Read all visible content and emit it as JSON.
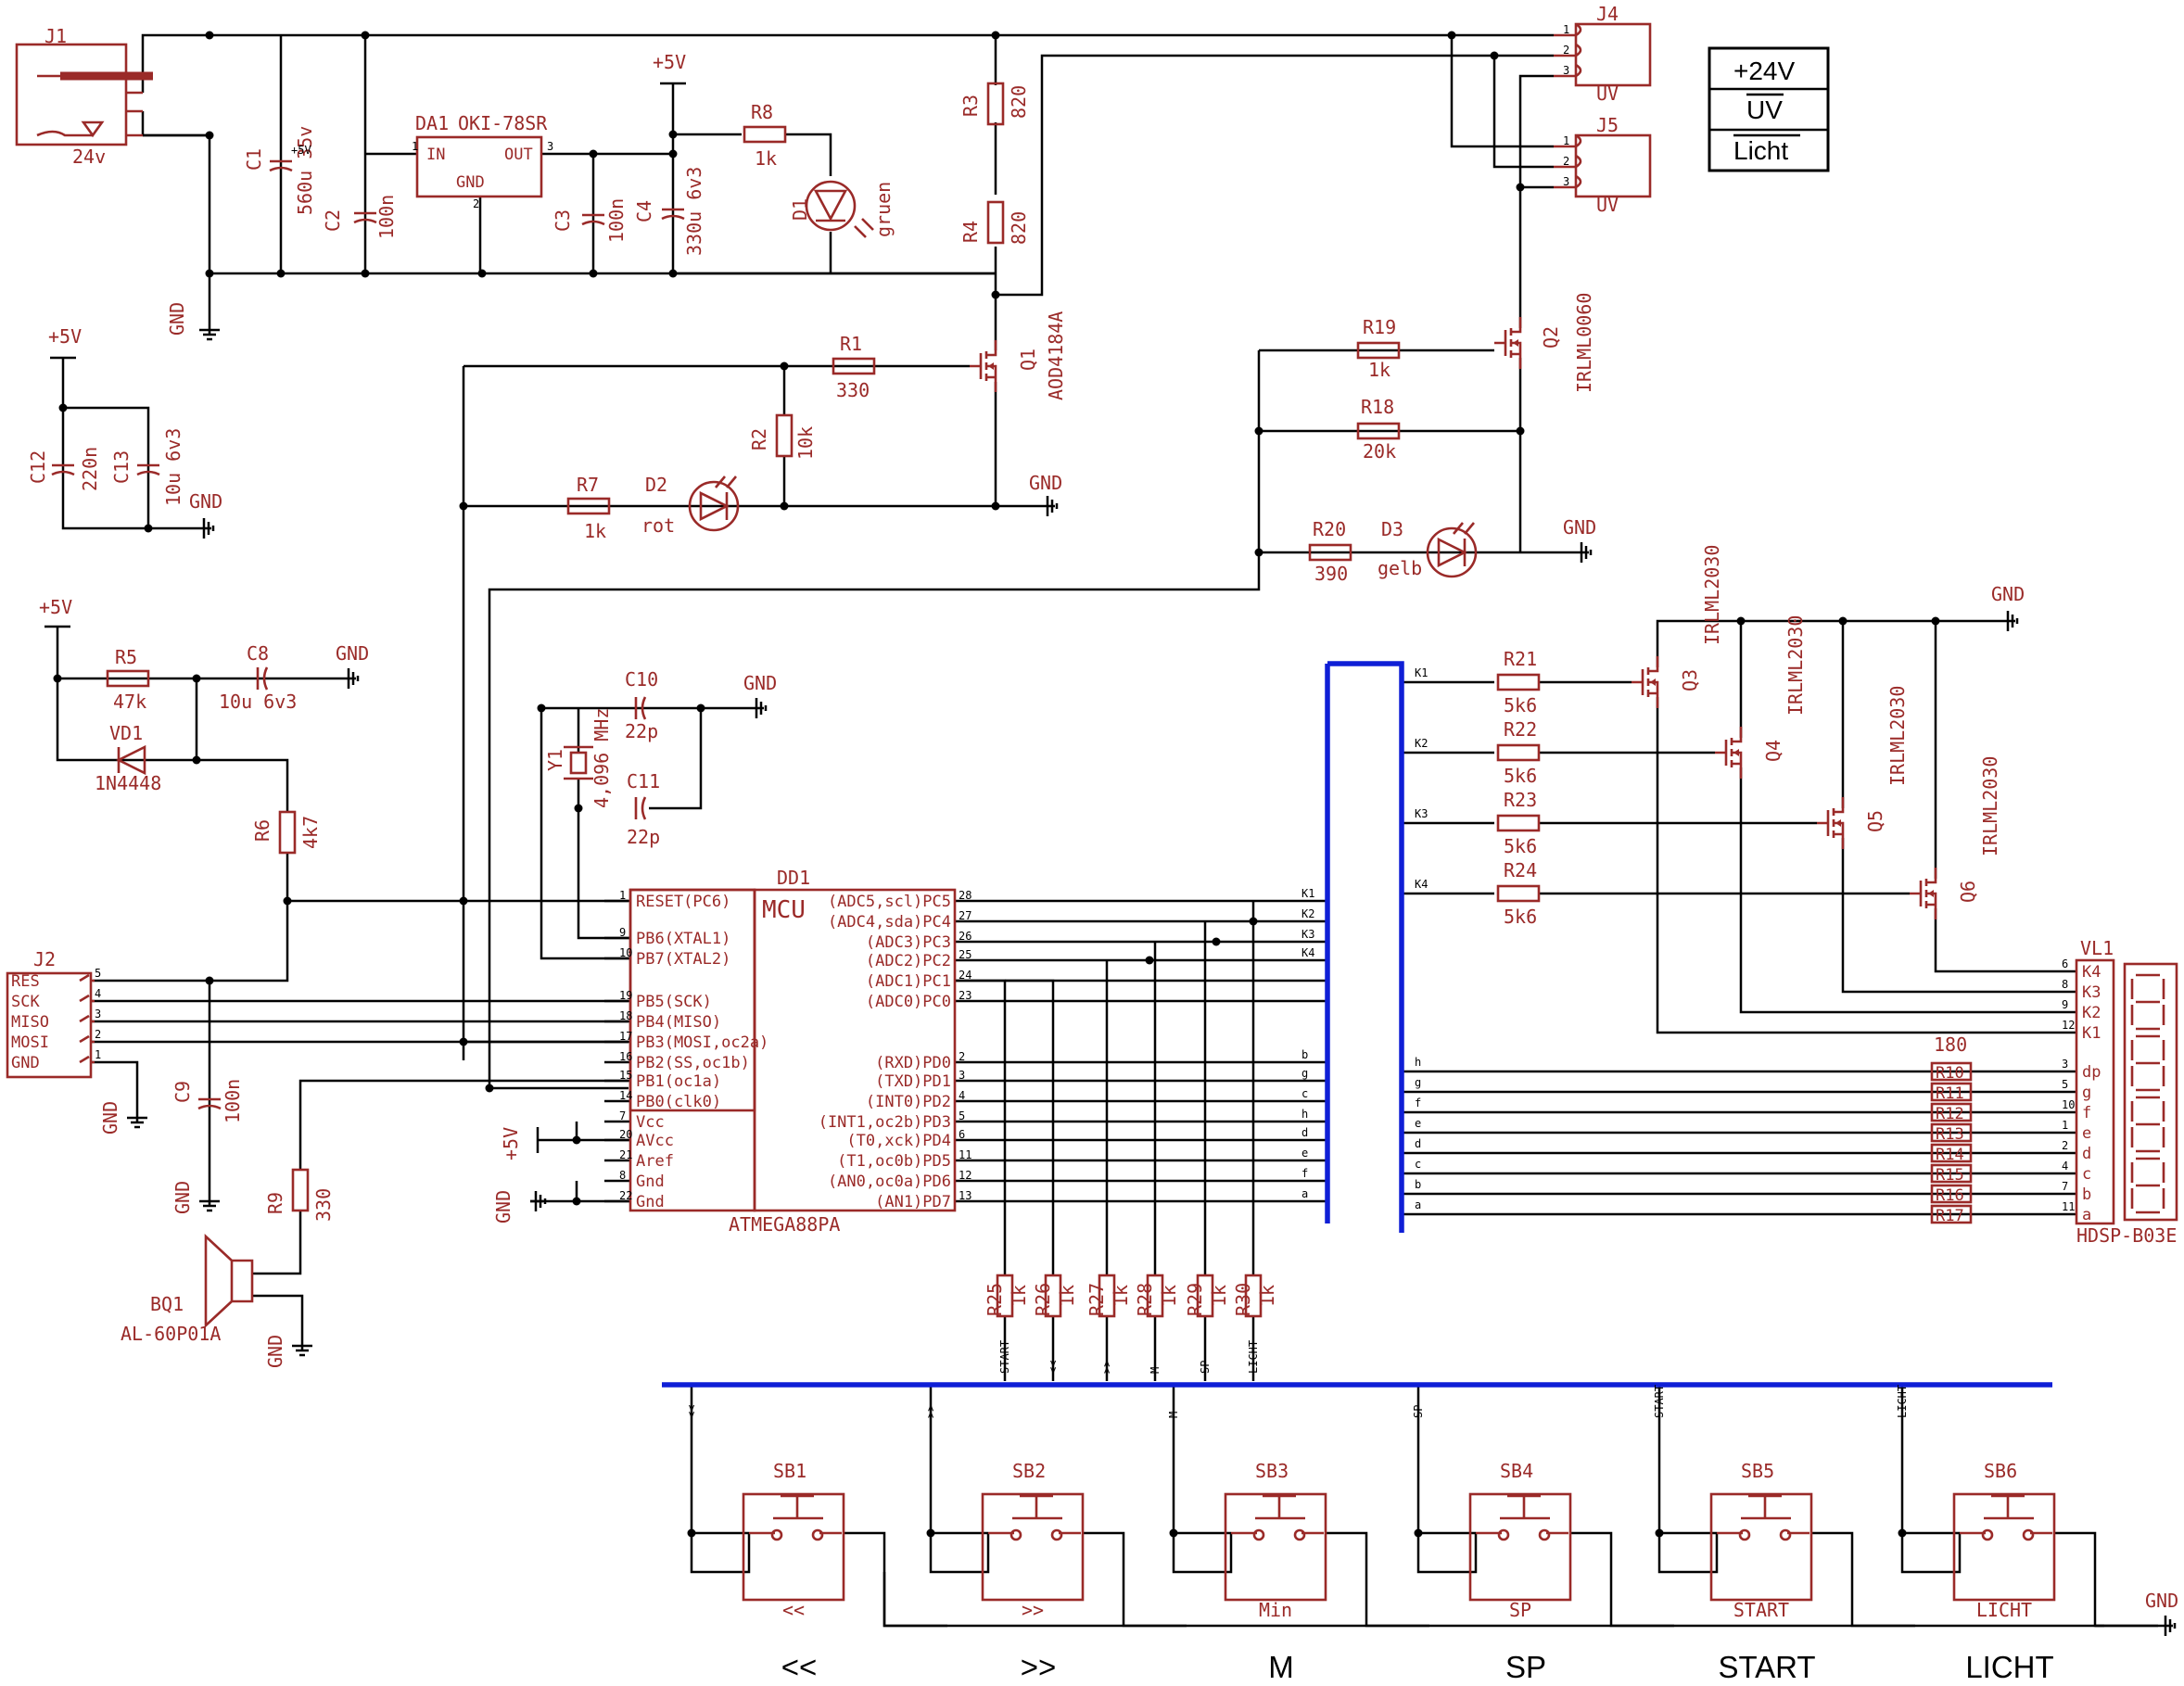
{
  "connectors": {
    "J1": {
      "name": "J1",
      "value": "24v"
    },
    "J2": {
      "name": "J2",
      "pins": [
        "RES",
        "SCK",
        "MISO",
        "MOSI",
        "GND"
      ],
      "pinnums": [
        "5",
        "4",
        "3",
        "2",
        "1"
      ]
    },
    "J4": {
      "name": "J4",
      "value": "UV"
    },
    "J5": {
      "name": "J5",
      "value": "UV"
    }
  },
  "supplies": {
    "p5": "+5V",
    "gnd": "GND"
  },
  "parts": [
    {
      "id": "C1",
      "name": "C1",
      "value": "560u 35v"
    },
    {
      "id": "C2",
      "name": "C2",
      "value": "100n"
    },
    {
      "id": "C3",
      "name": "C3",
      "value": "100n"
    },
    {
      "id": "C4",
      "name": "C4",
      "value": "330u 6v3"
    },
    {
      "id": "R8",
      "name": "R8",
      "value": "1k"
    },
    {
      "id": "D1",
      "name": "D1",
      "value": "gruen"
    },
    {
      "id": "R3",
      "name": "R3",
      "value": "820"
    },
    {
      "id": "R4",
      "name": "R4",
      "value": "820"
    },
    {
      "id": "Q1",
      "name": "Q1",
      "value": "AOD4184A"
    },
    {
      "id": "R1",
      "name": "R1",
      "value": "330"
    },
    {
      "id": "R2",
      "name": "R2",
      "value": "10k"
    },
    {
      "id": "R7",
      "name": "R7",
      "value": "1k"
    },
    {
      "id": "D2",
      "name": "D2",
      "value": "rot"
    },
    {
      "id": "R19",
      "name": "R19",
      "value": "1k"
    },
    {
      "id": "Q2",
      "name": "Q2",
      "value": "IRLML0060"
    },
    {
      "id": "R18",
      "name": "R18",
      "value": "20k"
    },
    {
      "id": "R20",
      "name": "R20",
      "value": "390"
    },
    {
      "id": "D3",
      "name": "D3",
      "value": "gelb"
    },
    {
      "id": "C12",
      "name": "C12",
      "value": "220n"
    },
    {
      "id": "C13",
      "name": "C13",
      "value": "10u 6v3"
    },
    {
      "id": "R5",
      "name": "R5",
      "value": "47k"
    },
    {
      "id": "C8",
      "name": "C8",
      "value": "10u 6v3"
    },
    {
      "id": "VD1",
      "name": "VD1",
      "value": "1N4448"
    },
    {
      "id": "R6",
      "name": "R6",
      "value": "4k7"
    },
    {
      "id": "C9",
      "name": "C9",
      "value": "100n"
    },
    {
      "id": "R9",
      "name": "R9",
      "value": "330"
    },
    {
      "id": "BQ1",
      "name": "BQ1",
      "value": "AL-60P01A"
    },
    {
      "id": "C10",
      "name": "C10",
      "value": "22p"
    },
    {
      "id": "C11",
      "name": "C11",
      "value": "22p"
    },
    {
      "id": "Y1",
      "name": "Y1",
      "value": "4,096 MHz"
    },
    {
      "id": "R21",
      "name": "R21",
      "value": "5k6"
    },
    {
      "id": "R22",
      "name": "R22",
      "value": "5k6"
    },
    {
      "id": "R23",
      "name": "R23",
      "value": "5k6"
    },
    {
      "id": "R24",
      "name": "R24",
      "value": "5k6"
    },
    {
      "id": "Q3",
      "name": "Q3",
      "value": "IRLML2030"
    },
    {
      "id": "Q4",
      "name": "Q4",
      "value": "IRLML2030"
    },
    {
      "id": "Q5",
      "name": "Q5",
      "value": "IRLML2030"
    },
    {
      "id": "Q6",
      "name": "Q6",
      "value": "IRLML2030"
    }
  ],
  "regulator": {
    "name": "DA1",
    "value": "OKI-78SR",
    "in": "IN",
    "out": "OUT",
    "gnd": "GND",
    "pin_in": "1",
    "pin_gnd": "2",
    "pin_out": "3"
  },
  "mcu": {
    "name": "DD1",
    "title": "MCU",
    "value": "ATMEGA88PA",
    "left_pins": [
      {
        "n": "1",
        "l": "RESET(PC6)"
      },
      {
        "n": "9",
        "l": "PB6(XTAL1)"
      },
      {
        "n": "10",
        "l": "PB7(XTAL2)"
      },
      {
        "n": "19",
        "l": "PB5(SCK)"
      },
      {
        "n": "18",
        "l": "PB4(MISO)"
      },
      {
        "n": "17",
        "l": "PB3(MOSI,oc2a)"
      },
      {
        "n": "16",
        "l": "PB2(SS,oc1b)"
      },
      {
        "n": "15",
        "l": "PB1(oc1a)"
      },
      {
        "n": "14",
        "l": "PB0(clk0)"
      },
      {
        "n": "7",
        "l": "Vcc"
      },
      {
        "n": "20",
        "l": "AVcc"
      },
      {
        "n": "21",
        "l": "Aref"
      },
      {
        "n": "8",
        "l": "Gnd"
      },
      {
        "n": "22",
        "l": "Gnd"
      }
    ],
    "right_pins": [
      {
        "n": "28",
        "l": "(ADC5,scl)PC5"
      },
      {
        "n": "27",
        "l": "(ADC4,sda)PC4"
      },
      {
        "n": "26",
        "l": "(ADC3)PC3"
      },
      {
        "n": "25",
        "l": "(ADC2)PC2"
      },
      {
        "n": "24",
        "l": "(ADC1)PC1"
      },
      {
        "n": "23",
        "l": "(ADC0)PC0"
      },
      {
        "n": "2",
        "l": "(RXD)PD0"
      },
      {
        "n": "3",
        "l": "(TXD)PD1"
      },
      {
        "n": "4",
        "l": "(INT0)PD2"
      },
      {
        "n": "5",
        "l": "(INT1,oc2b)PD3"
      },
      {
        "n": "6",
        "l": "(T0,xck)PD4"
      },
      {
        "n": "11",
        "l": "(T1,oc0b)PD5"
      },
      {
        "n": "12",
        "l": "(AN0,oc0a)PD6"
      },
      {
        "n": "13",
        "l": "(AN1)PD7"
      }
    ],
    "right_nets": [
      "K1",
      "K2",
      "K3",
      "K4",
      "",
      "",
      "b",
      "g",
      "c",
      "h",
      "d",
      "e",
      "f",
      "a"
    ]
  },
  "display": {
    "name": "VL1",
    "value": "HDSP-B03E",
    "header": "180",
    "anodes": [
      {
        "n": "6",
        "l": "K4"
      },
      {
        "n": "8",
        "l": "K3"
      },
      {
        "n": "9",
        "l": "K2"
      },
      {
        "n": "12",
        "l": "K1"
      }
    ],
    "segments": [
      {
        "r": "R10",
        "net": "h",
        "n": "3",
        "l": "dp"
      },
      {
        "r": "R11",
        "net": "g",
        "n": "5",
        "l": "g"
      },
      {
        "r": "R12",
        "net": "f",
        "n": "10",
        "l": "f"
      },
      {
        "r": "R13",
        "net": "e",
        "n": "1",
        "l": "e"
      },
      {
        "r": "R14",
        "net": "d",
        "n": "2",
        "l": "d"
      },
      {
        "r": "R15",
        "net": "c",
        "n": "4",
        "l": "c"
      },
      {
        "r": "R16",
        "net": "b",
        "n": "7",
        "l": "b"
      },
      {
        "r": "R17",
        "net": "a",
        "n": "11",
        "l": "a"
      }
    ]
  },
  "kbus": [
    "K1",
    "K2",
    "K3",
    "K4"
  ],
  "key_resistors": [
    {
      "name": "R25",
      "value": "1k",
      "net": "START"
    },
    {
      "name": "R26",
      "value": "1k",
      "net": "<<"
    },
    {
      "name": "R27",
      "value": "1k",
      "net": ">>"
    },
    {
      "name": "R28",
      "value": "1k",
      "net": "M"
    },
    {
      "name": "R29",
      "value": "1k",
      "net": "SP"
    },
    {
      "name": "R30",
      "value": "1k",
      "net": "LICHT"
    }
  ],
  "buttons": [
    {
      "name": "SB1",
      "label": "<<",
      "net": "<<",
      "caption": "<<"
    },
    {
      "name": "SB2",
      "label": ">>",
      "net": ">>",
      "caption": ">>"
    },
    {
      "name": "SB3",
      "label": "Min",
      "net": "M",
      "caption": "M"
    },
    {
      "name": "SB4",
      "label": "SP",
      "net": "SP",
      "caption": "SP"
    },
    {
      "name": "SB5",
      "label": "START",
      "net": "START",
      "caption": "START"
    },
    {
      "name": "SB6",
      "label": "LICHT",
      "net": "LICHT",
      "caption": "LICHT"
    }
  ],
  "legend": [
    "+24V",
    "UV",
    "Licht"
  ]
}
